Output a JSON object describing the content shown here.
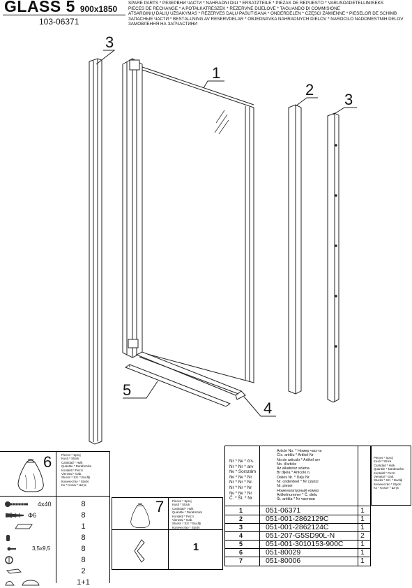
{
  "header": {
    "model": "GLASS 5",
    "size": "900x1850",
    "code": "103-06371",
    "spare_parts_lines": [
      "SPARE PARTS * РЕЗЕРВНИ ЧАСТИ * NÁHRADNI DILI * ERSATZTEILE * PIEZAS DE REPUESTO * VARUSOADETELLIMISEKS",
      "PIECES DE RECHANGE * A PÓTALKATRÉSZEK * REZERVNE DIJELOVE * TAGUANDO DI COMMISIONE",
      "ATSARGINIŲ DALIŲ UŽSAKYMAS * REZERVES DAĻU PASŪTĪŠANA * ONDERDELEN * CZĘŚCI ZAMIENNE * PIESELOR DE SCHIMB",
      "ЗАПАСНЫЕ ЧАСТИ * BESTÄLLNING AV RESERVDELAR * OBJEDNÁVKA NÁHRADNÝCH DIELOV * NAROČILO NADOMESTNIH DELOV",
      "ЗАМОВЛЕННЯ НА ЗАПЧАСТИНИ"
    ]
  },
  "drawing": {
    "callouts": [
      "1",
      "2",
      "3",
      "3",
      "4",
      "5"
    ]
  },
  "hardware_kit": {
    "number": "6",
    "header_lines": [
      "Pieces * Sproj",
      "Kusů * Stück",
      "Cantidad * Hulk",
      "Quantite * Darabszám",
      "Kontaktl * Pezzi",
      "Vienetai * Gab.",
      "Stucks * Szt. * Bucăţi",
      "Количество * Stycki",
      "Kx * Kosov * Штук"
    ],
    "rows": [
      {
        "icon": "screw-icon",
        "spec": "4x40",
        "qty": "8"
      },
      {
        "icon": "wall-plug-icon",
        "spec": "Φ6",
        "qty": "8"
      },
      {
        "icon": "plate-icon",
        "spec": "",
        "qty": "1"
      },
      {
        "icon": "cap-icon",
        "spec": "",
        "qty": "8"
      },
      {
        "icon": "small-screw-icon",
        "spec": "3,5x9,5",
        "qty": "8"
      },
      {
        "icon": "washer-icon",
        "spec": "",
        "qty": "8"
      },
      {
        "icon": "block-icon",
        "spec": "",
        "qty": "2"
      },
      {
        "icon": "seal-icon",
        "spec": "",
        "qty": "1+1"
      }
    ]
  },
  "kit_seven": {
    "number": "7",
    "header_lines": [
      "Pieces * Sproj",
      "Kusů * Stück",
      "Cantidad * Hulk",
      "Quantite * Darabszám",
      "Kontaktl * Pezzi",
      "Vienetai * Gab.",
      "Stucks * Szt. * Bucăţi",
      "Количество * Stycki",
      "Kx * Kosov * Штук"
    ],
    "qty": "1"
  },
  "parts_table": {
    "number_header_lines": [
      "Nr * № * čís.",
      "Nr * Nr * arv",
      "№ * Sorszám",
      "№ * № * Nr",
      "Nr * Nr * Nr.",
      "Nr * Nr * Nr",
      "№ * № * Nr",
      "Č. * Št. * Nr"
    ],
    "article_header_lines": [
      "Article No. * Номер частта",
      "Čís. artiklu * Artikel-Nr",
      "No.de articulo * Artikel arv",
      "No. d'article",
      "Az alkatrész száma",
      "Br dijela * Articolo n.",
      "Dalies Nr. * Daļu Nr.",
      "Nr. onderdeel * Nr części",
      "Nr. piesei",
      "Номенклатурный номер",
      "Artikelnummer * Č. dielu",
      "Št. artikla * Nr частини"
    ],
    "qty_header_lines": [
      "Pieces * Sproj",
      "Kusů * Stück",
      "Cantidad * Hulk",
      "Quantite * Darabszám",
      "Kontaktl * Pezzi",
      "Vienetai * Gab.",
      "Stucks * Szt. * Bucăţi",
      "Количество * Stycki",
      "Kx * Kosov * Штук"
    ],
    "rows": [
      {
        "no": "1",
        "article": "051-06371",
        "qty": "1"
      },
      {
        "no": "2",
        "article": "051-001-2862129C",
        "qty": "1"
      },
      {
        "no": "3",
        "article": "051-001-2862124C",
        "qty": "1"
      },
      {
        "no": "4",
        "article": "051-207-G5SD90L-N",
        "qty": "2"
      },
      {
        "no": "5",
        "article": "051-001-3010153-900C",
        "qty": "1"
      },
      {
        "no": "6",
        "article": "051-80029",
        "qty": "1"
      },
      {
        "no": "7",
        "article": "051-80006",
        "qty": "1"
      }
    ]
  }
}
